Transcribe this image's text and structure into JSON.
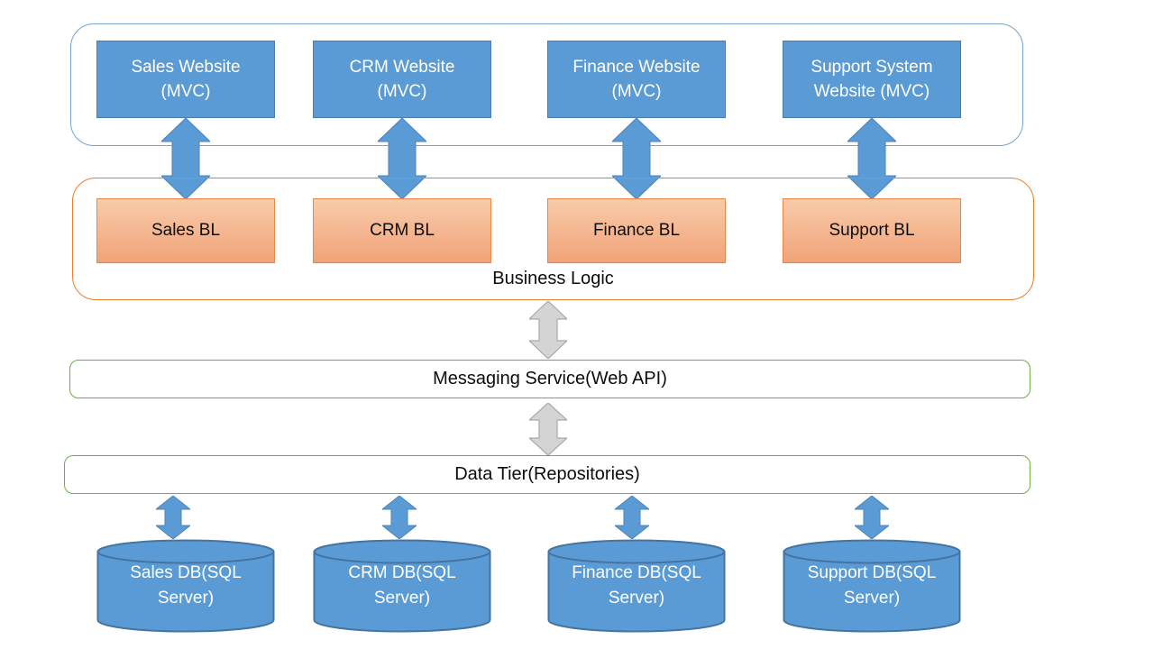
{
  "diagram": {
    "presentation_tier": {
      "nodes": [
        {
          "label": "Sales Website (MVC)",
          "lines": [
            "Sales Website",
            "(MVC)"
          ]
        },
        {
          "label": "CRM Website (MVC)",
          "lines": [
            "CRM Website",
            "(MVC)"
          ]
        },
        {
          "label": "Finance Website (MVC)",
          "lines": [
            "Finance Website",
            "(MVC)"
          ]
        },
        {
          "label": "Support System Website (MVC)",
          "lines": [
            "Support System",
            "Website (MVC)"
          ]
        }
      ]
    },
    "business_tier": {
      "label": "Business Logic",
      "nodes": [
        {
          "label": "Sales BL"
        },
        {
          "label": "CRM BL"
        },
        {
          "label": "Finance BL"
        },
        {
          "label": "Support BL"
        }
      ]
    },
    "messaging_tier": {
      "label": "Messaging Service(Web API)"
    },
    "data_tier": {
      "label": "Data Tier(Repositories)"
    },
    "databases": {
      "nodes": [
        {
          "label": "Sales DB(SQL Server)",
          "lines": [
            "Sales DB(SQL",
            "Server)"
          ]
        },
        {
          "label": "CRM DB(SQL Server)",
          "lines": [
            "CRM DB(SQL",
            "Server)"
          ]
        },
        {
          "label": "Finance DB(SQL Server)",
          "lines": [
            "Finance DB(SQL",
            "Server)"
          ]
        },
        {
          "label": "Support DB(SQL Server)",
          "lines": [
            "Support DB(SQL",
            "Server)"
          ]
        }
      ]
    },
    "icons": {
      "double_vertical_arrow": "⇕"
    },
    "colors": {
      "node_blue_fill": "#5B9BD5",
      "node_blue_border": "#4A7CAE",
      "presentation_container_border": "#7BA2C8",
      "bl_gradient_top": "#F8CBAA",
      "bl_gradient_bottom": "#F1A377",
      "orange_border": "#ED7D31",
      "green_border": "#70AD47",
      "gray_arrow_fill": "#D4D4D4",
      "gray_arrow_border": "#A9A9A9",
      "text_dark": "#0d0d0d",
      "text_light": "#ffffff"
    }
  }
}
